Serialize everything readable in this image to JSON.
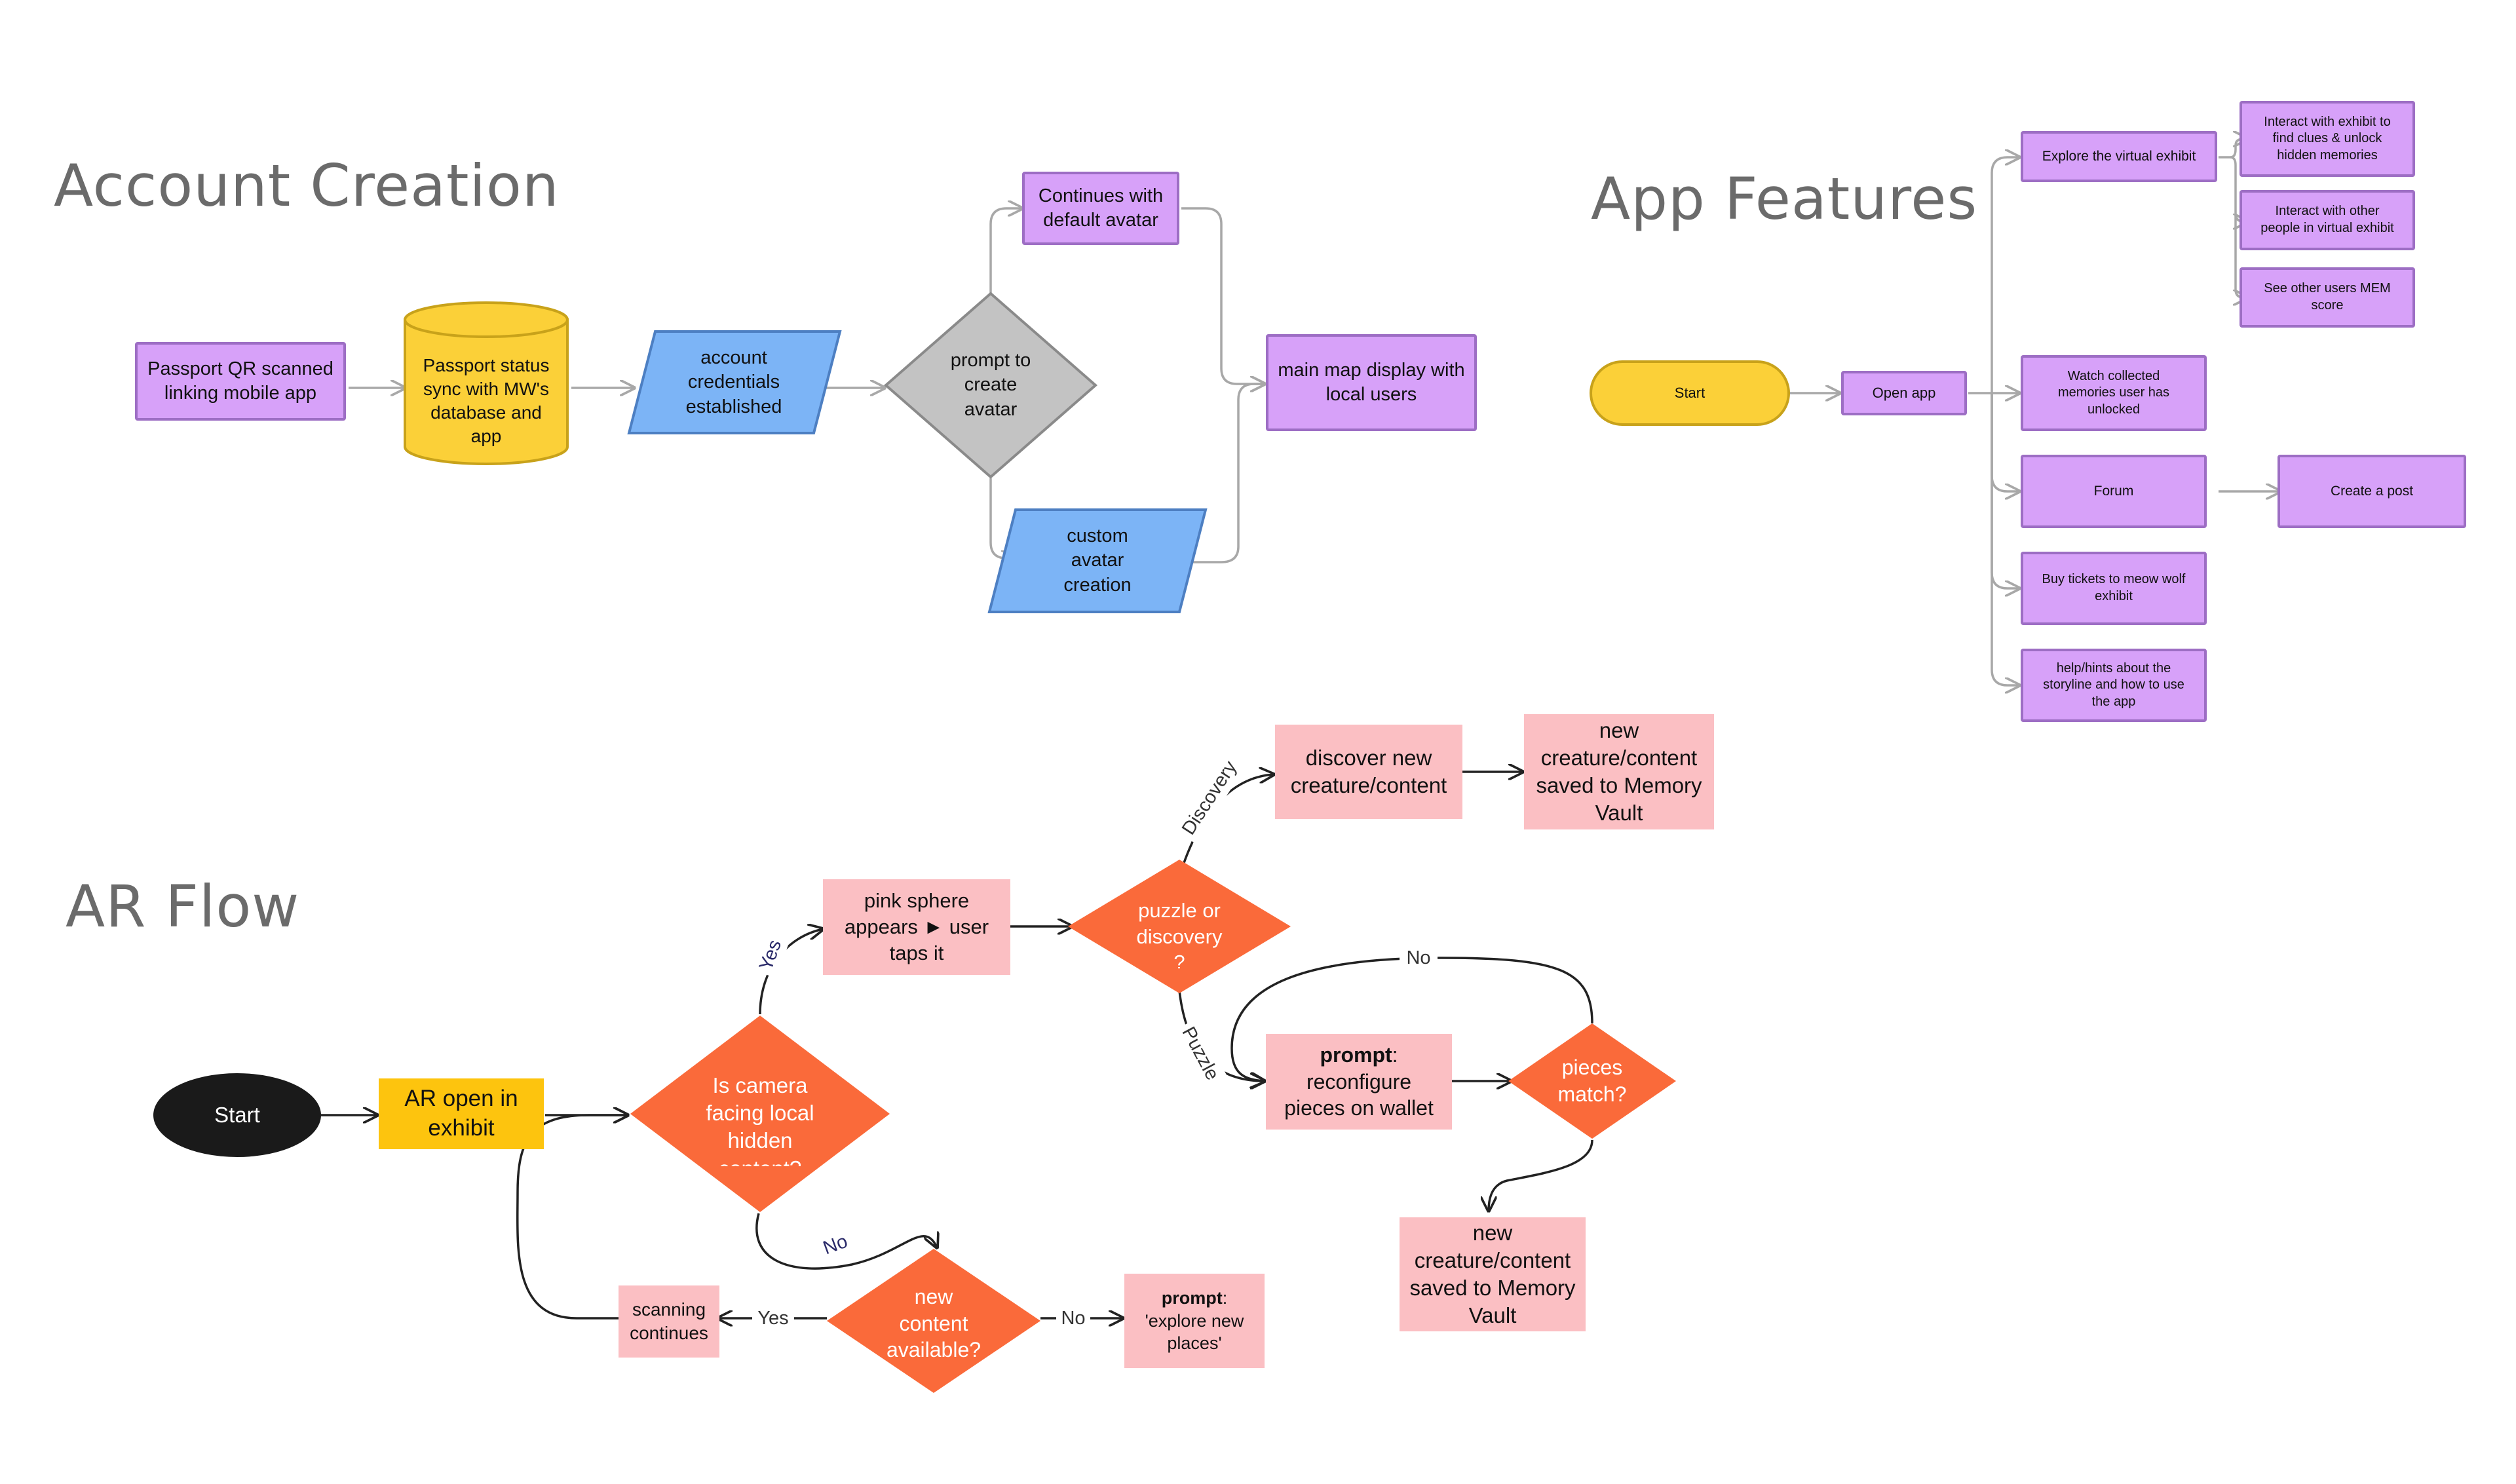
{
  "titles": {
    "account_creation": "Account Creation",
    "app_features": "App Features",
    "ar_flow": "AR Flow"
  },
  "account": {
    "passport_qr": "Passport QR scanned\nlinking mobile app",
    "passport_status": "Passport status\nsync with MW's\ndatabase and\napp",
    "credentials": "account\ncredentials\nestablished",
    "prompt_avatar": "prompt to\ncreate\navatar",
    "default_avatar": "Continues with\ndefault avatar",
    "custom_avatar": "custom\navatar\ncreation",
    "main_map": "main map display with\nlocal users"
  },
  "features": {
    "start": "Start",
    "open_app": "Open app",
    "explore": "Explore the virtual exhibit",
    "interact_clues": "Interact with exhibit to\nfind clues & unlock\nhidden memories",
    "interact_people": "Interact with other\npeople in virtual exhibit",
    "mem_score": "See other users MEM\nscore",
    "watch": "Watch collected\nmemories user has\nunlocked",
    "forum": "Forum",
    "create_post": "Create a post",
    "buy_tickets": "Buy tickets to meow wolf\nexhibit",
    "help": "help/hints about the\nstoryline and how to use\nthe app"
  },
  "ar": {
    "start": "Start",
    "ar_open": "AR open in\nexhibit",
    "camera_facing": "Is camera\nfacing local\nhidden\ncontent?",
    "pink_sphere": "pink sphere\nappears ► user\ntaps it",
    "puzzle_or_discovery": "puzzle or\ndiscovery\n?",
    "discover_new": "discover new\ncreature/content",
    "saved_top": "new\ncreature/content\nsaved to Memory\nVault",
    "prompt_bold": "prompt",
    "reconfigure_rest": ":\nreconfigure\npieces on wallet",
    "pieces_match": "pieces\nmatch?",
    "saved_bottom": "new\ncreature/content\nsaved to Memory\nVault",
    "new_content": "new\ncontent\navailable?",
    "scanning": "scanning\ncontinues",
    "explore_bold": "prompt",
    "explore_rest": ":\n'explore new\nplaces'",
    "label_yes_top": "Yes",
    "label_no_mid": "No",
    "label_discovery": "Discovery",
    "label_puzzle": "Puzzle",
    "label_no_loop": "No",
    "label_yes_left": "Yes",
    "label_no_right": "No"
  },
  "colors": {
    "purple_fill": "#d7a1f9",
    "purple_border": "#9d6ec4",
    "yellow_fill": "#fbd038",
    "blue_fill": "#7cb4f6",
    "gray_fill": "#c3c3c3",
    "pink_fill": "#fbbfc3",
    "orange_fill": "#fa6a3a",
    "ar_yellow": "#fdc40e"
  }
}
